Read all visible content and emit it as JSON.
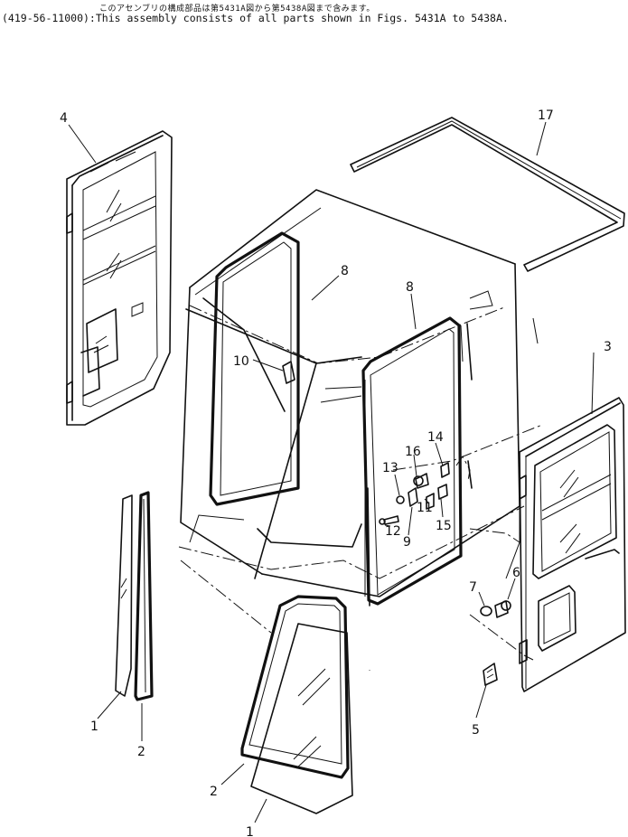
{
  "header": {
    "japanese_note": "このアセンブリの構成部品は第5431A図から第5438A図まで含みます。",
    "english_note": "(419-56-11000):This assembly consists of all parts shown in Figs. 5431A to 5438A."
  },
  "callouts": [
    {
      "id": "c1a",
      "text": "1"
    },
    {
      "id": "c1b",
      "text": "1"
    },
    {
      "id": "c2a",
      "text": "2"
    },
    {
      "id": "c2b",
      "text": "2"
    },
    {
      "id": "c3",
      "text": "3"
    },
    {
      "id": "c4",
      "text": "4"
    },
    {
      "id": "c5",
      "text": "5"
    },
    {
      "id": "c6",
      "text": "6"
    },
    {
      "id": "c7",
      "text": "7"
    },
    {
      "id": "c8a",
      "text": "8"
    },
    {
      "id": "c8b",
      "text": "8"
    },
    {
      "id": "c9",
      "text": "9"
    },
    {
      "id": "c10",
      "text": "10"
    },
    {
      "id": "c11",
      "text": "11"
    },
    {
      "id": "c12",
      "text": "12"
    },
    {
      "id": "c13",
      "text": "13"
    },
    {
      "id": "c14",
      "text": "14"
    },
    {
      "id": "c15",
      "text": "15"
    },
    {
      "id": "c16",
      "text": "16"
    },
    {
      "id": "c17",
      "text": "17"
    }
  ]
}
